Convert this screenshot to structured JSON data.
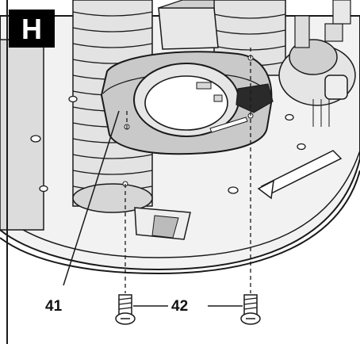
{
  "panel": {
    "letter": "H"
  },
  "callouts": [
    {
      "id": "41"
    },
    {
      "id": "42"
    }
  ]
}
